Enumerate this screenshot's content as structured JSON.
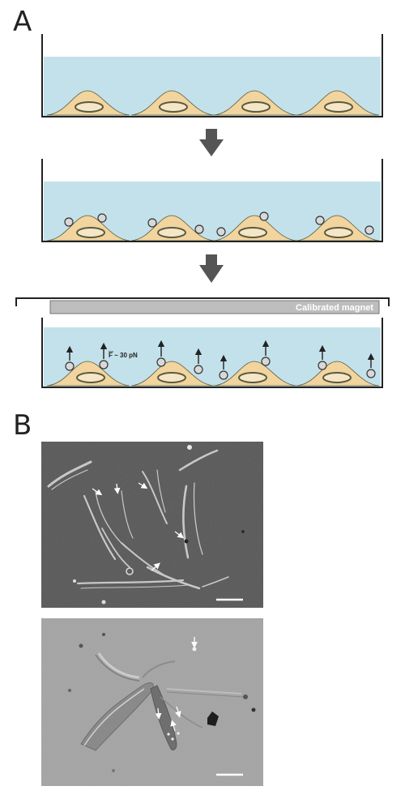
{
  "panels": {
    "a": {
      "letter": "A",
      "magnet_label": "Calibrated magnet",
      "force_label": "F ~ 30 pN"
    },
    "b": {
      "letter": "B"
    }
  },
  "colors": {
    "medium": "#c3e1ea",
    "cell": "#f1d49e",
    "nucleus_fill": "#f6e6c8",
    "nucleus_stroke": "#5a5a3e",
    "well_stroke": "#222222",
    "step_arrow": "#555555",
    "magnet": "#bdbdbd",
    "bead_fill": "#d8d8d8",
    "micro_top_bg": "#555555",
    "micro_bottom_bg": "#a3a3a3"
  },
  "icons": [
    "down-arrow-icon",
    "up-arrow-icon",
    "white-arrow-icon",
    "scale-bar"
  ]
}
